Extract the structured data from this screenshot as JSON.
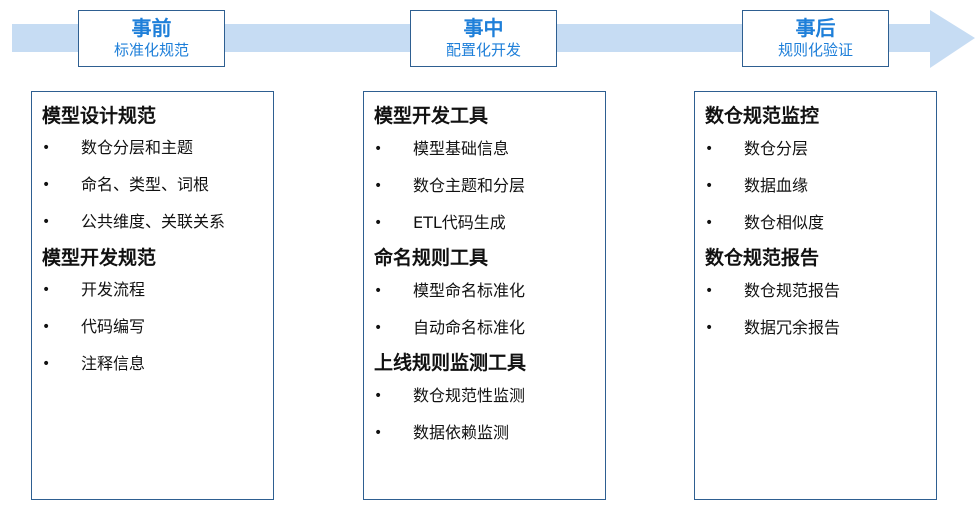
{
  "colors": {
    "arrow": "#c6dcf3",
    "accent": "#1e7fd9",
    "border": "#2e5f91"
  },
  "phases": [
    {
      "title": "事前",
      "subtitle": "标准化规范"
    },
    {
      "title": "事中",
      "subtitle": "配置化开发"
    },
    {
      "title": "事后",
      "subtitle": "规则化验证"
    }
  ],
  "panels": [
    {
      "sections": [
        {
          "title": "模型设计规范",
          "items": [
            "数仓分层和主题",
            "命名、类型、词根",
            "公共维度、关联关系"
          ]
        },
        {
          "title": "模型开发规范",
          "items": [
            "开发流程",
            "代码编写",
            "注释信息"
          ]
        }
      ]
    },
    {
      "sections": [
        {
          "title": "模型开发工具",
          "items": [
            "模型基础信息",
            "数仓主题和分层",
            "ETL代码生成"
          ]
        },
        {
          "title": "命名规则工具",
          "items": [
            "模型命名标准化",
            "自动命名标准化"
          ]
        },
        {
          "title": "上线规则监测工具",
          "items": [
            "数仓规范性监测",
            "数据依赖监测"
          ]
        }
      ]
    },
    {
      "sections": [
        {
          "title": "数仓规范监控",
          "items": [
            "数仓分层",
            "数据血缘",
            "数仓相似度"
          ]
        },
        {
          "title": "数仓规范报告",
          "items": [
            "数仓规范报告",
            "数据冗余报告"
          ]
        }
      ]
    }
  ]
}
